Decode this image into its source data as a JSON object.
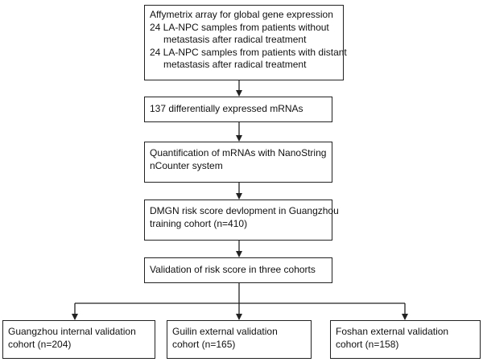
{
  "steps": {
    "array": {
      "line1": "Affymetrix array for global gene expression",
      "line2": "24 LA-NPC samples from patients without",
      "line3": "metastasis after radical treatment",
      "line4": "24 LA-NPC samples from patients with distant",
      "line5": "metastasis after radical treatment"
    },
    "differential": {
      "line1": "137 differentially expressed mRNAs"
    },
    "quantification": {
      "line1": "Quantification of mRNAs with NanoString",
      "line2": "nCounter system"
    },
    "development": {
      "line1": "DMGN risk score devlopment in Guangzhou",
      "line2": "training cohort (n=410)"
    },
    "validation": {
      "line1": "Validation of risk score in three cohorts"
    }
  },
  "cohorts": [
    {
      "line1": "Guangzhou internal validation",
      "line2": "cohort (n=204)"
    },
    {
      "line1": "Guilin external validation",
      "line2": "cohort (n=165)"
    },
    {
      "line1": "Foshan external validation",
      "line2": "cohort (n=158)"
    }
  ]
}
